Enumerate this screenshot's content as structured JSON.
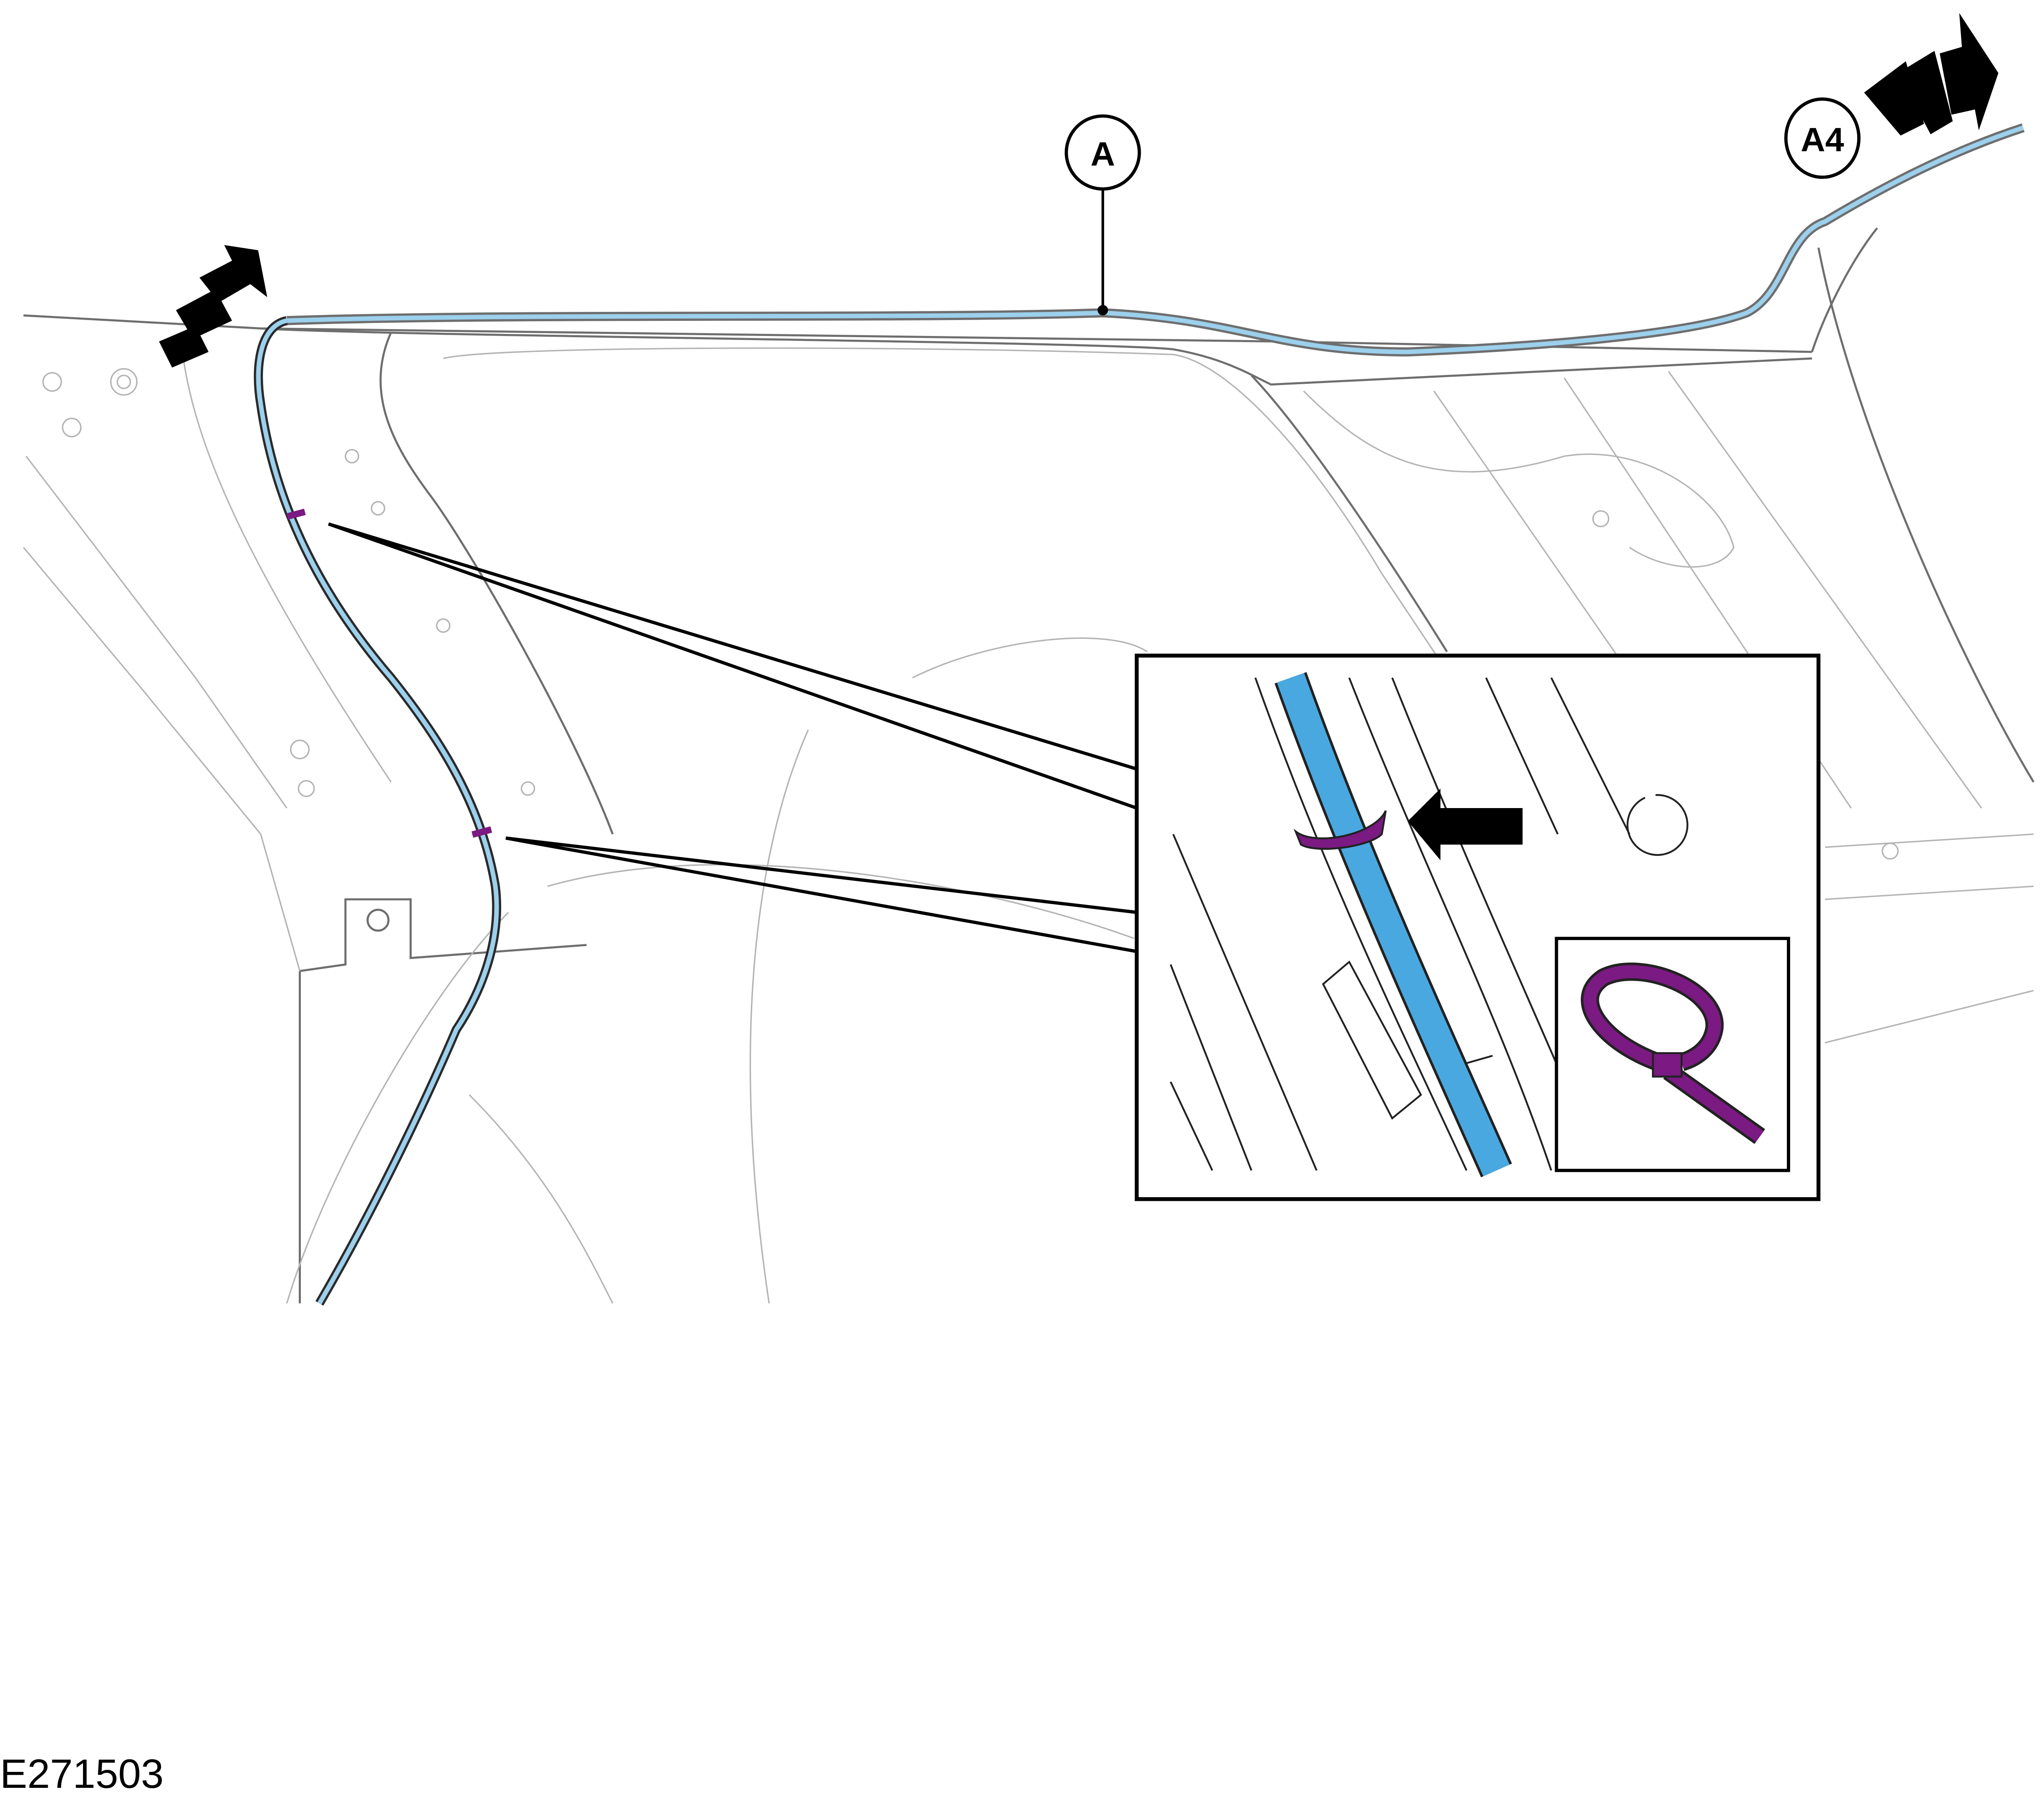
{
  "figure_id": "E271503",
  "labels": {
    "cable": "A",
    "connector": "A4"
  },
  "colors": {
    "cable": "#4aa8e0",
    "cable_light": "#9cd0ec",
    "tie_wrap": "#7a1a82",
    "outline": "#6e6e6e"
  },
  "icons": [
    "direction-arrow-left-up",
    "direction-arrow-right-up",
    "pointer-arrow-left",
    "tie-wrap-icon"
  ]
}
